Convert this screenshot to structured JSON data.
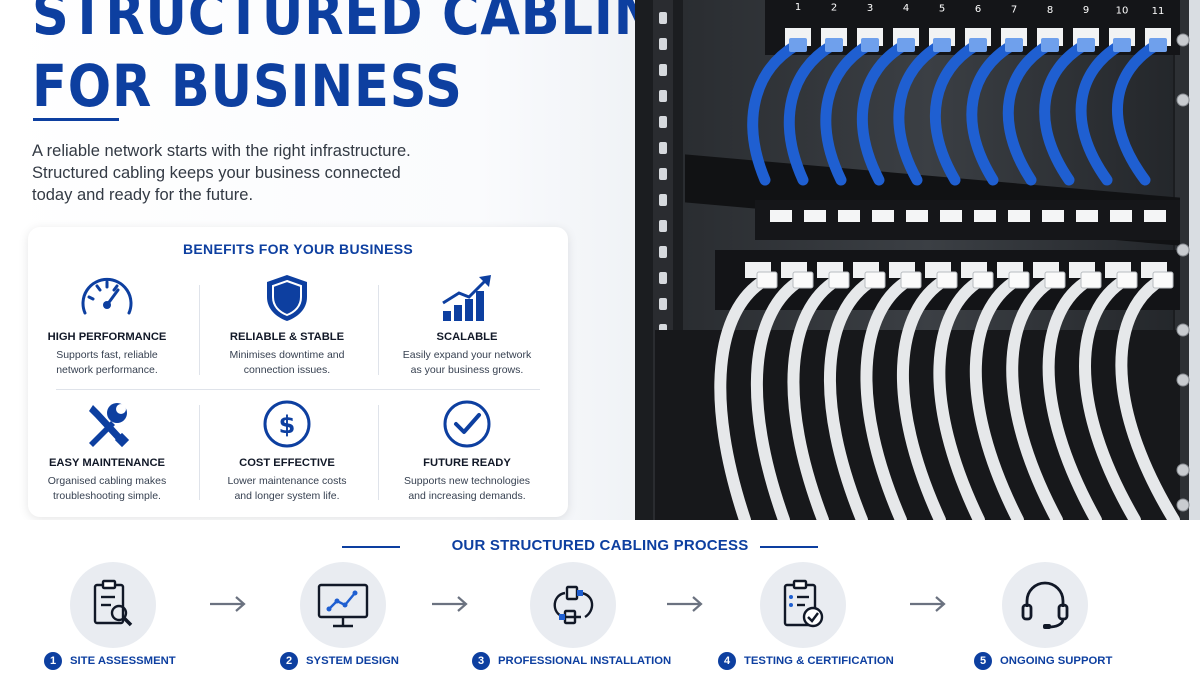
{
  "hero": {
    "title_line1": "STRUCTURED CABLING",
    "title_line2": "FOR BUSINESS",
    "intro_lines": [
      "A reliable network starts with the right infrastructure.",
      "Structured cabling keeps your business connected",
      "today and ready for the future."
    ]
  },
  "benefits": {
    "title": "BENEFITS FOR YOUR BUSINESS",
    "items": [
      {
        "icon": "speedometer-icon",
        "title": "HIGH PERFORMANCE",
        "desc1": "Supports fast, reliable",
        "desc2": "network performance."
      },
      {
        "icon": "shield-icon",
        "title": "RELIABLE & STABLE",
        "desc1": "Minimises downtime and",
        "desc2": "connection issues."
      },
      {
        "icon": "growth-chart-icon",
        "title": "SCALABLE",
        "desc1": "Easily expand your network",
        "desc2": "as your business grows."
      },
      {
        "icon": "tools-icon",
        "title": "EASY MAINTENANCE",
        "desc1": "Organised cabling makes",
        "desc2": "troubleshooting simple."
      },
      {
        "icon": "dollar-icon",
        "title": "COST EFFECTIVE",
        "desc1": "Lower maintenance costs",
        "desc2": "and longer system life."
      },
      {
        "icon": "checkmark-icon",
        "title": "FUTURE READY",
        "desc1": "Supports new technologies",
        "desc2": "and increasing demands."
      }
    ]
  },
  "rack": {
    "port_numbers": [
      "1",
      "2",
      "3",
      "4",
      "5",
      "6",
      "7",
      "8",
      "9",
      "10",
      "11"
    ],
    "colors": {
      "blue_cable": "#1f5fd1",
      "white_cable": "#e6e8ea",
      "rack": "#1a1c1f"
    }
  },
  "process": {
    "title": "OUR STRUCTURED CABLING PROCESS",
    "steps": [
      {
        "num": "1",
        "label": "SITE ASSESSMENT",
        "icon": "clipboard-search-icon"
      },
      {
        "num": "2",
        "label": "SYSTEM DESIGN",
        "icon": "monitor-diagram-icon"
      },
      {
        "num": "3",
        "label": "PROFESSIONAL INSTALLATION",
        "icon": "cable-plug-icon"
      },
      {
        "num": "4",
        "label": "TESTING & CERTIFICATION",
        "icon": "clipboard-check-icon"
      },
      {
        "num": "5",
        "label": "ONGOING SUPPORT",
        "icon": "headset-icon"
      }
    ]
  },
  "colors": {
    "brand_blue": "#0d3fa0",
    "accent_blue": "#1f5fd1"
  }
}
